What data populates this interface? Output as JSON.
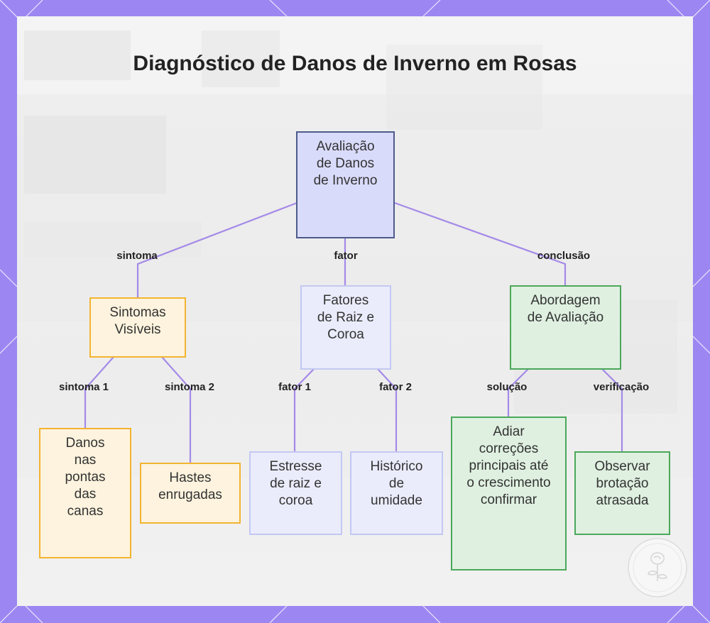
{
  "title": "Diagnóstico de Danos de Inverno em Rosas",
  "colors": {
    "frame": "#9c87f2",
    "connector": "#a48ae8",
    "root_fill": "#d9dbfa",
    "blue_fill": "#eaecfb",
    "orange_fill": "#fdf3de",
    "orange_border": "#f3b430",
    "green_fill": "#dff0e0",
    "green_border": "#4aa85a"
  },
  "nodes": {
    "root": "Avaliação de Danos de Inverno",
    "symptoms": "Sintomas Visíveis",
    "factors": "Fatores de Raiz e Coroa",
    "approach": "Abordagem de Avaliação",
    "cane_tips": "Danos nas pontas das canas",
    "shriveled": "Hastes enrugadas",
    "root_stress": "Estresse de raiz e coroa",
    "moisture": "Histórico de umidade",
    "postpone": "Adiar correções principais até o crescimento confirmar",
    "late_budding": "Observar brotação atrasada"
  },
  "edges": {
    "symptom": "sintoma",
    "factor": "fator",
    "conclusion": "conclusão",
    "symptom1": "sintoma 1",
    "symptom2": "sintoma 2",
    "factor1": "fator 1",
    "factor2": "fator 2",
    "solution": "solução",
    "verification": "verificação"
  },
  "icons": {
    "logo": "rose-emblem-icon"
  }
}
